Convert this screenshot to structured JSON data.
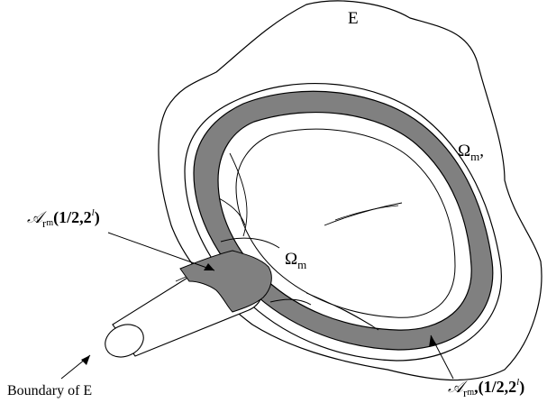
{
  "labels": {
    "region_e": "E",
    "omega_m_prime": {
      "symbol": "Ω",
      "subscript": "m",
      "suffix": ","
    },
    "omega_m": {
      "symbol": "Ω",
      "subscript": "m"
    },
    "annulus_top": {
      "symbol": "𝒜",
      "subscript_r": "r",
      "subscript_m": "m",
      "args_open": "(1/2,2",
      "superscript": "l",
      "args_close": ")"
    },
    "annulus_bottom": {
      "symbol": "𝒜",
      "subscript_r": "r",
      "subscript_m": "m",
      "comma": ",",
      "args_open": "(1/2,2",
      "superscript": "l",
      "args_close": ")"
    },
    "boundary": "Boundary of E"
  },
  "colors": {
    "stroke": "#000000",
    "annulus_fill": "#808080",
    "background": "#ffffff"
  }
}
